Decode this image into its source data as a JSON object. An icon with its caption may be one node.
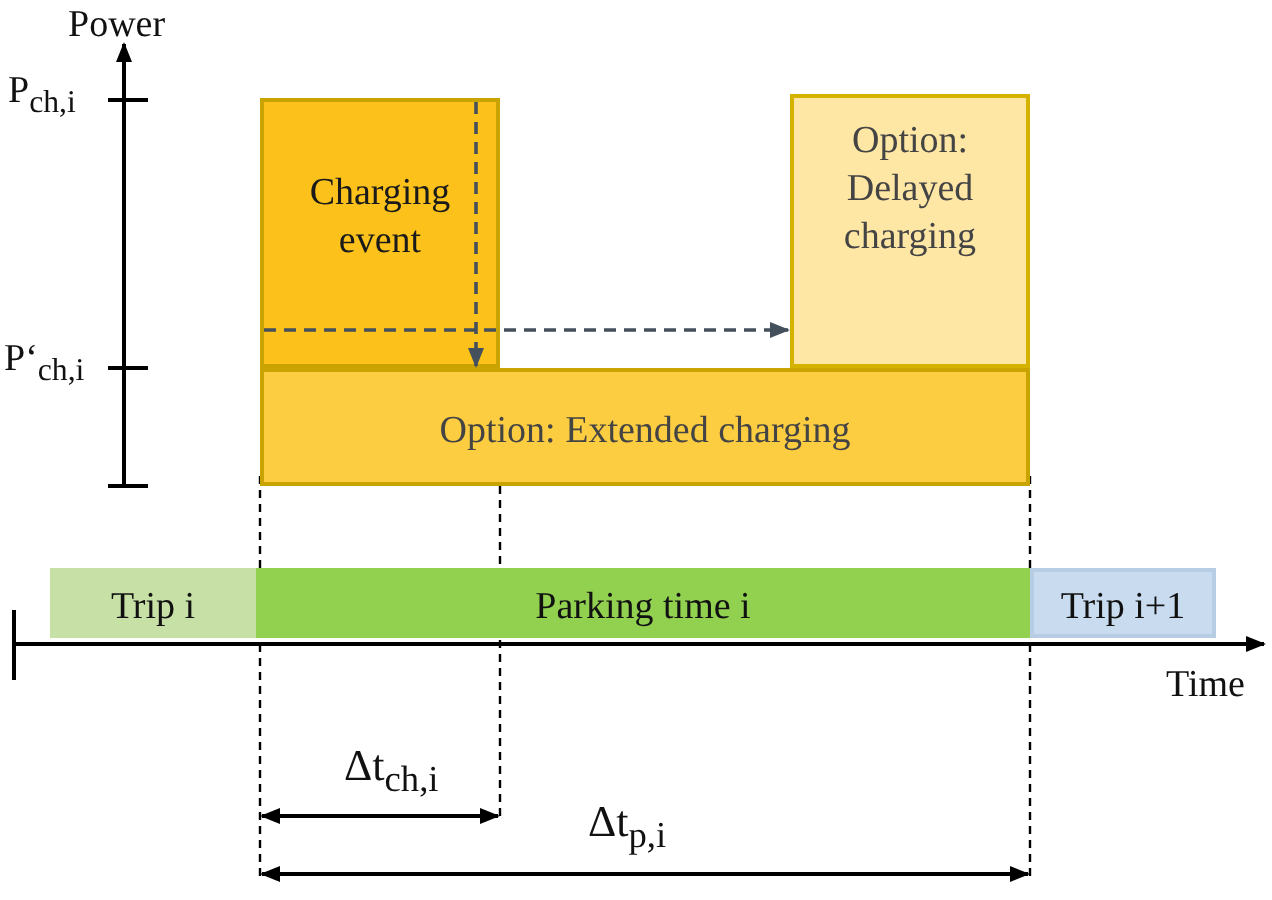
{
  "diagram": {
    "nodes": [
      {
        "text": [
          "Charging event"
        ]
      },
      {
        "text": [
          "Option: Delayed charging"
        ]
      },
      {
        "text": [
          "Option: Extended charging"
        ]
      },
      {
        "text": [
          "Trip i"
        ]
      },
      {
        "text": [
          "Parking time i"
        ]
      },
      {
        "text": [
          "Trip i+1"
        ]
      }
    ],
    "edges": [
      {
        "from": 0,
        "to": 1,
        "arrow": "to",
        "style": "dashed"
      },
      {
        "from": 0,
        "to": 2,
        "arrow": "to",
        "style": "dashed"
      }
    ],
    "labels": [
      "Power",
      "P$_{ch,i}$",
      "P‘$_{ch,i}$",
      "Time",
      "Δt$_{ch,i}$",
      "Δt$_{p,i}$"
    ]
  }
}
